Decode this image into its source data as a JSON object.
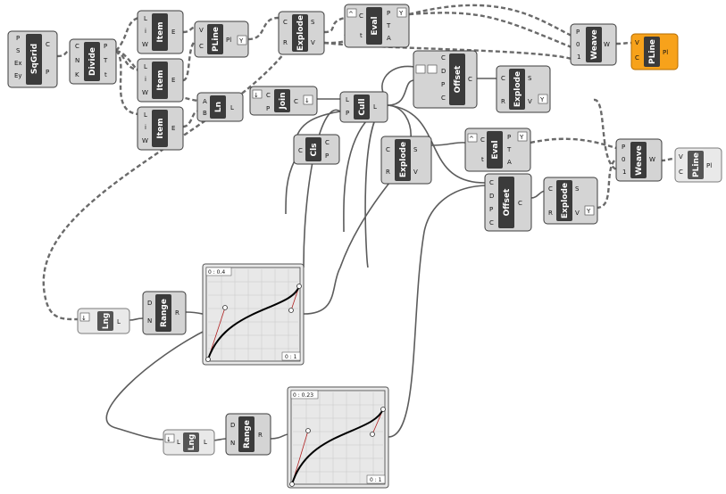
{
  "components": [
    {
      "key": "sqgrid",
      "title": "SqGrid",
      "inputs": [
        "P",
        "S",
        "Ex",
        "Ey"
      ],
      "outputs": [
        "C",
        "P"
      ]
    },
    {
      "key": "divide",
      "title": "Divide",
      "inputs": [
        "C",
        "N",
        "K"
      ],
      "outputs": [
        "P",
        "T",
        "t"
      ]
    },
    {
      "key": "item1",
      "title": "Item",
      "inputs": [
        "L",
        "i",
        "W"
      ],
      "outputs": [
        "E"
      ]
    },
    {
      "key": "item2",
      "title": "Item",
      "inputs": [
        "L",
        "i",
        "W"
      ],
      "outputs": [
        "E"
      ]
    },
    {
      "key": "item3",
      "title": "Item",
      "inputs": [
        "L",
        "i",
        "W"
      ],
      "outputs": [
        "E"
      ]
    },
    {
      "key": "pline1",
      "title": "PLine",
      "inputs": [
        "V",
        "C"
      ],
      "outputs": [
        "Pl"
      ]
    },
    {
      "key": "explode1",
      "title": "Explode",
      "inputs": [
        "C",
        "R"
      ],
      "outputs": [
        "S",
        "V"
      ]
    },
    {
      "key": "eval1",
      "title": "Eval",
      "inputs": [
        "C",
        "t"
      ],
      "outputs": [
        "P",
        "T",
        "A"
      ]
    },
    {
      "key": "weave1",
      "title": "Weave",
      "inputs": [
        "P",
        "0",
        "1"
      ],
      "outputs": [
        "W"
      ]
    },
    {
      "key": "pline2",
      "title": "PLine",
      "inputs": [
        "V",
        "C"
      ],
      "outputs": [
        "Pl"
      ]
    },
    {
      "key": "offset1",
      "title": "Offset",
      "inputs": [
        "C",
        "D",
        "P",
        "C"
      ],
      "outputs": [
        "C"
      ]
    },
    {
      "key": "explode2",
      "title": "Explode",
      "inputs": [
        "C",
        "R"
      ],
      "outputs": [
        "S",
        "V"
      ]
    },
    {
      "key": "ln",
      "title": "Ln",
      "inputs": [
        "A",
        "B"
      ],
      "outputs": [
        "L"
      ]
    },
    {
      "key": "join",
      "title": "Join",
      "inputs": [
        "C",
        "P"
      ],
      "outputs": [
        "C"
      ]
    },
    {
      "key": "cull",
      "title": "Cull",
      "inputs": [
        "L",
        "P"
      ],
      "outputs": [
        "L"
      ]
    },
    {
      "key": "cls",
      "title": "Cls",
      "inputs": [
        "C"
      ],
      "outputs": [
        "C",
        "P"
      ]
    },
    {
      "key": "explode3",
      "title": "Explode",
      "inputs": [
        "C",
        "R"
      ],
      "outputs": [
        "S",
        "V"
      ]
    },
    {
      "key": "eval2",
      "title": "Eval",
      "inputs": [
        "C",
        "t"
      ],
      "outputs": [
        "P",
        "T",
        "A"
      ]
    },
    {
      "key": "weave2",
      "title": "Weave",
      "inputs": [
        "P",
        "0",
        "1"
      ],
      "outputs": [
        "W"
      ]
    },
    {
      "key": "pline3",
      "title": "PLine",
      "inputs": [
        "V",
        "C"
      ],
      "outputs": [
        "Pl"
      ]
    },
    {
      "key": "offset2",
      "title": "Offset",
      "inputs": [
        "C",
        "D",
        "P",
        "C"
      ],
      "outputs": [
        "C"
      ]
    },
    {
      "key": "explode4",
      "title": "Explode",
      "inputs": [
        "C",
        "R"
      ],
      "outputs": [
        "S",
        "V"
      ]
    },
    {
      "key": "lng1",
      "title": "Lng",
      "inputs": [],
      "outputs": [
        "L"
      ]
    },
    {
      "key": "range1",
      "title": "Range",
      "inputs": [
        "D",
        "N"
      ],
      "outputs": [
        "R"
      ]
    },
    {
      "key": "lng2",
      "title": "Lng",
      "inputs": [
        "L"
      ],
      "outputs": [
        "L"
      ]
    },
    {
      "key": "range2",
      "title": "Range",
      "inputs": [
        "D",
        "N"
      ],
      "outputs": [
        "R"
      ]
    }
  ],
  "graphs": [
    {
      "key": "graph1",
      "range_label": "0 : 0.4",
      "domain_label": "0 : 1"
    },
    {
      "key": "graph2",
      "range_label": "0 : 0.23",
      "domain_label": "0 : 1"
    }
  ],
  "colors": {
    "canvas": "#ffffff",
    "component": "#d4d4d4",
    "title_bar": "#3b3b3b",
    "selected": "#f7a21b",
    "wire": "#5c5c5c"
  },
  "icons": [
    "flatten-icon",
    "graft-icon",
    "reparameterize-icon",
    "simplify-icon"
  ]
}
